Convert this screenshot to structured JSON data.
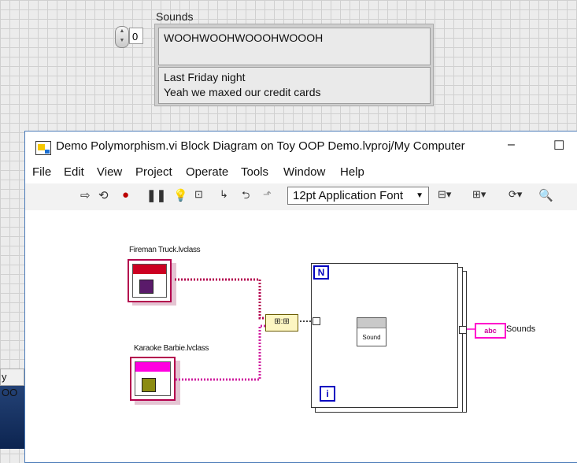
{
  "front_panel": {
    "indicator_label": "Sounds",
    "index_value": "0",
    "elements": [
      "WOOHWOOHWOOOHWOOOH",
      "Last Friday night\nYeah we maxed our credit cards"
    ]
  },
  "window": {
    "title": "Demo Polymorphism.vi Block Diagram on Toy OOP Demo.lvproj/My Computer",
    "minimize": "–",
    "maximize": "☐",
    "menu": [
      "File",
      "Edit",
      "View",
      "Project",
      "Operate",
      "Tools",
      "Window",
      "Help"
    ],
    "font_select": "12pt Application Font"
  },
  "diagram": {
    "class1_label": "Fireman Truck.lvclass",
    "class2_label": "Karaoke Barbie.lvclass",
    "build_array_label": "⊞:⊞",
    "loop_count": "N",
    "loop_index": "i",
    "subvi_label": "Sound",
    "indicator_text": "abc",
    "output_label": "Sounds",
    "colors": {
      "class_wire": "#b3004d",
      "string_wire": "#ff00cc",
      "band1": "#cc0022",
      "band2": "#ff00e0",
      "cube1": "#5a1a6a",
      "cube2": "#8b8b12"
    }
  },
  "desktop_strip": "y OO"
}
